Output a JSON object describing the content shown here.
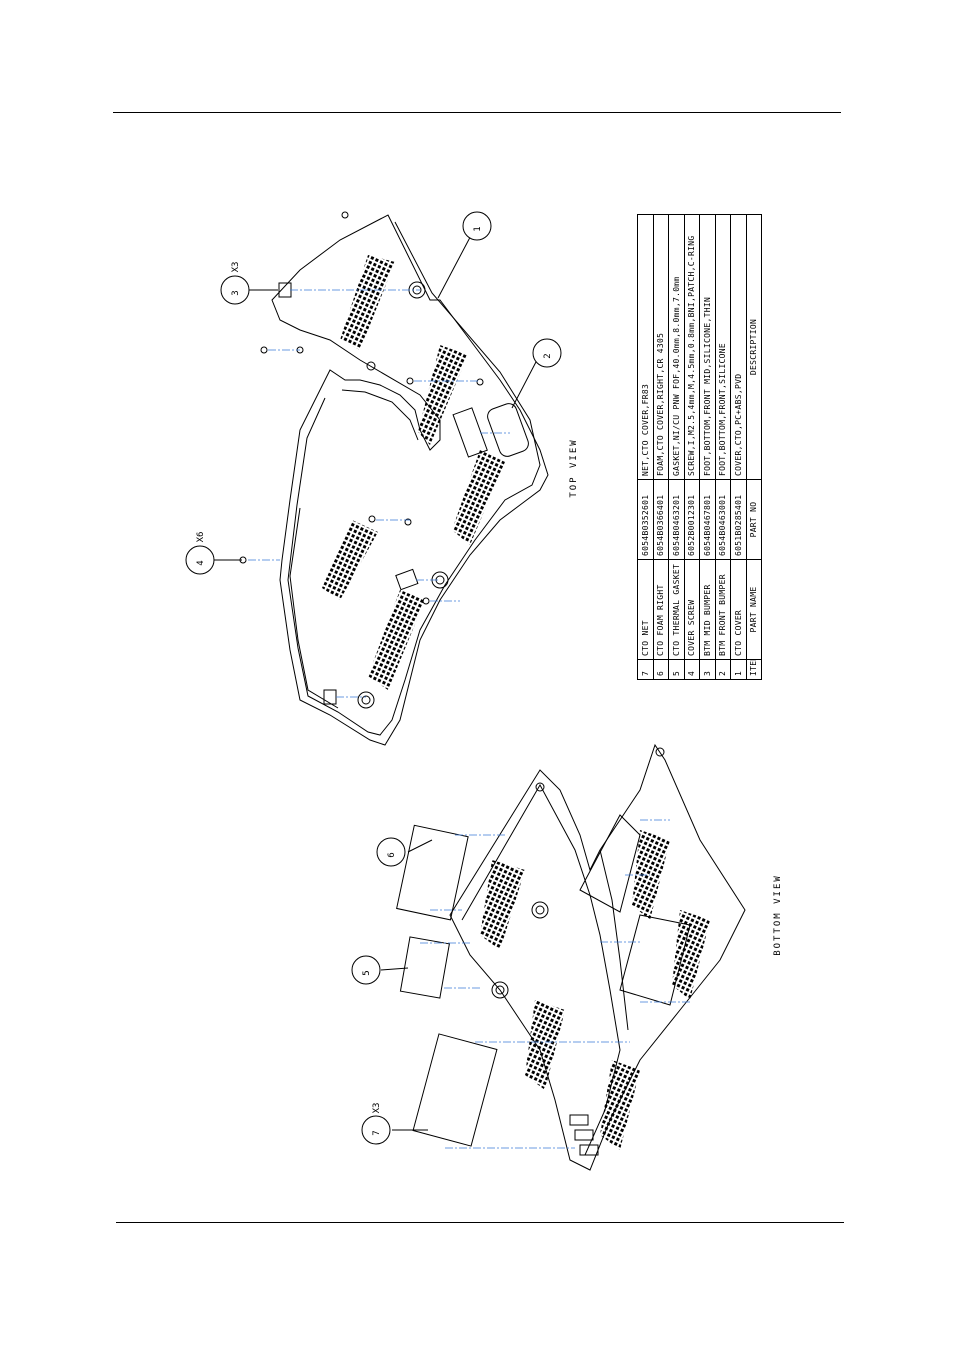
{
  "views": {
    "top_label": "TOP VIEW",
    "bottom_label": "BOTTOM VIEW"
  },
  "callouts": [
    {
      "num": "1",
      "qty": ""
    },
    {
      "num": "2",
      "qty": ""
    },
    {
      "num": "3",
      "qty": "X3"
    },
    {
      "num": "4",
      "qty": "X6"
    },
    {
      "num": "5",
      "qty": ""
    },
    {
      "num": "6",
      "qty": ""
    },
    {
      "num": "7",
      "qty": "X3"
    }
  ],
  "bom": {
    "rows": [
      {
        "item": "7",
        "name": "CTO NET",
        "part": "6054B0352601",
        "desc": "NET,CTO COVER,FR83"
      },
      {
        "item": "6",
        "name": "CTO FOAM RIGHT",
        "part": "6054B0366401",
        "desc": "FOAM,CTO COVER,RIGHT,CR 4305"
      },
      {
        "item": "5",
        "name": "CTO THERMAL GASKET",
        "part": "6054B0463201",
        "desc": "GASKET,NI/CU PNW FOF,40.0mm,8.0mm,7.0mm"
      },
      {
        "item": "4",
        "name": "COVER SCREW",
        "part": "6052B0012301",
        "desc": "SCREW,I,M2.5,4mm,M,4.5mm,0.8mm,BNI,PATCH,C-RING"
      },
      {
        "item": "3",
        "name": "BTM MID BUMPER",
        "part": "6054B0467801",
        "desc": "FOOT,BOTTOM,FRONT MID,SILICONE,THIN"
      },
      {
        "item": "2",
        "name": "BTM FRONT BUMPER",
        "part": "6054B0463001",
        "desc": "FOOT,BOTTOM,FRONT,SILICONE"
      },
      {
        "item": "1",
        "name": "CTO COVER",
        "part": "6051B0285401",
        "desc": "COVER,CTO,PC+ABS,PVD"
      }
    ],
    "header": {
      "item": "ITEM",
      "name": "PART NAME",
      "part": "PART NO",
      "desc": "DESCRIPTION"
    }
  }
}
